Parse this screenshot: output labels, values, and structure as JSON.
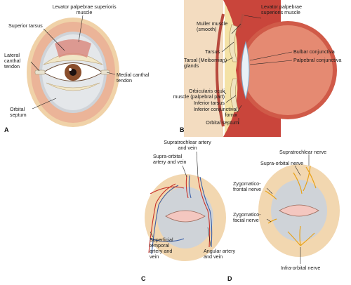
{
  "panels": {
    "a": "A",
    "b": "B",
    "c": "C",
    "d": "D"
  },
  "labels_a": {
    "levator": [
      "Levator palpebrae superioris",
      "muscle"
    ],
    "superior_tarsus": "Superior tarsus",
    "lateral_canthal": [
      "Lateral",
      "canthal",
      "tendon"
    ],
    "medial_canthal": [
      "Medial canthal",
      "tendon"
    ],
    "orbital_septum": [
      "Orbital",
      "septum"
    ]
  },
  "labels_b": {
    "levator": [
      "Levator palpebrae",
      "superioris muscle"
    ],
    "muller": [
      "Muller muscle",
      "(smooth)"
    ],
    "tarsus": "Tarsus",
    "tarsal_glands": [
      "Tarsal (Meibomian)",
      "glands"
    ],
    "bulbar": "Bulbar conjunctiva",
    "palpebral": "Palpebral conjunctiva",
    "orbicularis": [
      "Orbicularis oculi",
      "muscle (palpebral part)"
    ],
    "inferior_tarsus": "Inferior tarsus",
    "inferior_fornix": [
      "Inferior conjunctival",
      "fornix"
    ],
    "orbital_septum": "Orbital septum"
  },
  "labels_c": {
    "supratrochlear": [
      "Supratrochlear artery",
      "and vein"
    ],
    "supraorbital": [
      "Supra-orbital",
      "artery and vein"
    ],
    "angular": [
      "Angular artery",
      "and vein"
    ],
    "superficial_temporal": [
      "Superficial",
      "temporal",
      "artery and",
      "vein"
    ]
  },
  "labels_d": {
    "supratrochlear": "Supratrochlear nerve",
    "supraorbital": "Supra-orbital nerve",
    "zygomaticofrontal": [
      "Zygomatico-",
      "frontal nerve"
    ],
    "zygomaticofacial": [
      "Zygomatico-",
      "facial nerve"
    ],
    "infraorbital": "Infra-orbital nerve"
  },
  "colors": {
    "skin": "#f2d7b0",
    "muscle": "#d9867a",
    "septum": "#c9cdd3",
    "iris": "#8a4e2c",
    "artery": "#c8322a",
    "vein": "#3a5fa8",
    "nerve": "#e8a21a",
    "leader": "#222222"
  }
}
